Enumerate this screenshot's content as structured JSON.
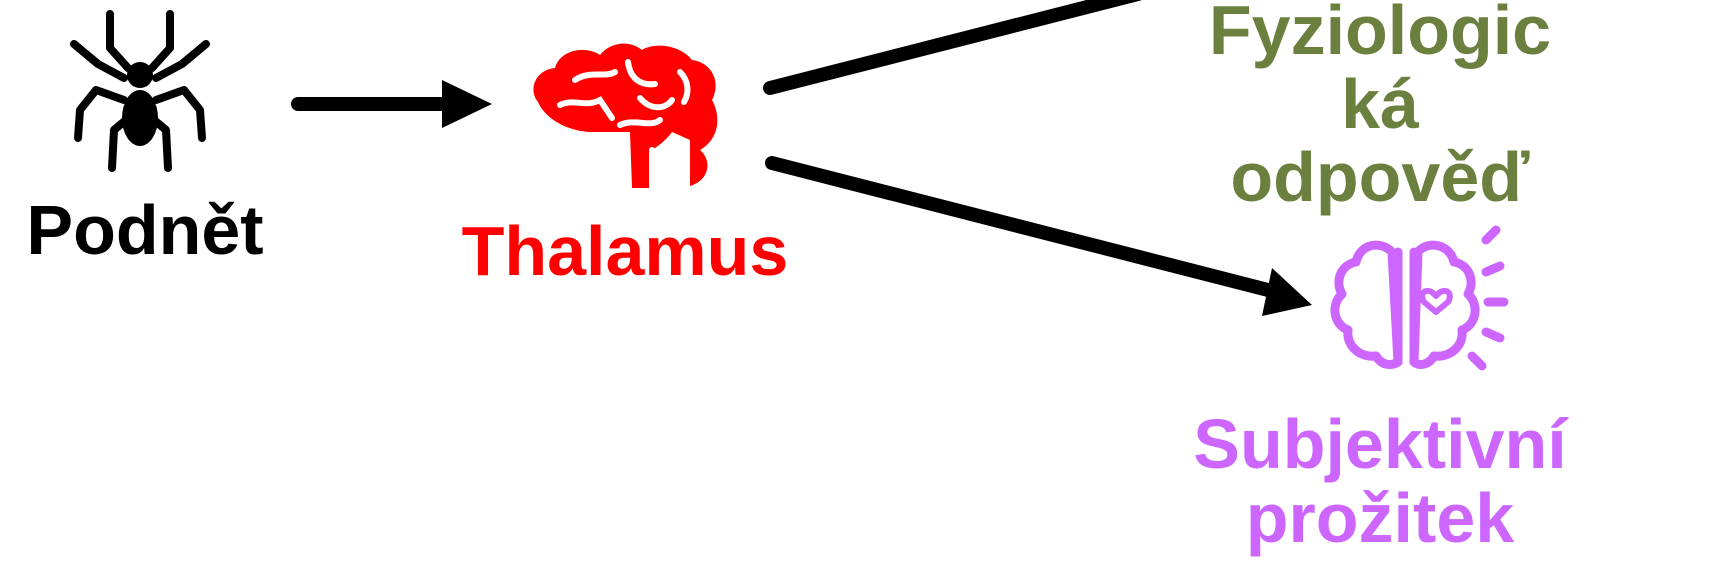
{
  "nodes": {
    "stimulus": {
      "label": "Podnět",
      "color": "#000000",
      "icon": "spider-icon"
    },
    "thalamus": {
      "label": "Thalamus",
      "color": "#ff0000",
      "icon": "brain-icon"
    },
    "physiological": {
      "label_lines": [
        "Fyziologic",
        "ká",
        "odpověď"
      ],
      "color": "#6b7f3e"
    },
    "subjective": {
      "label_lines": [
        "Subjektivní",
        "prožitek"
      ],
      "color": "#cc66ff",
      "icon": "brain-heart-icon"
    }
  },
  "edges": [
    {
      "from": "stimulus",
      "to": "thalamus"
    },
    {
      "from": "thalamus",
      "to": "physiological"
    },
    {
      "from": "thalamus",
      "to": "subjective"
    }
  ],
  "colors": {
    "arrow": "#000000"
  }
}
